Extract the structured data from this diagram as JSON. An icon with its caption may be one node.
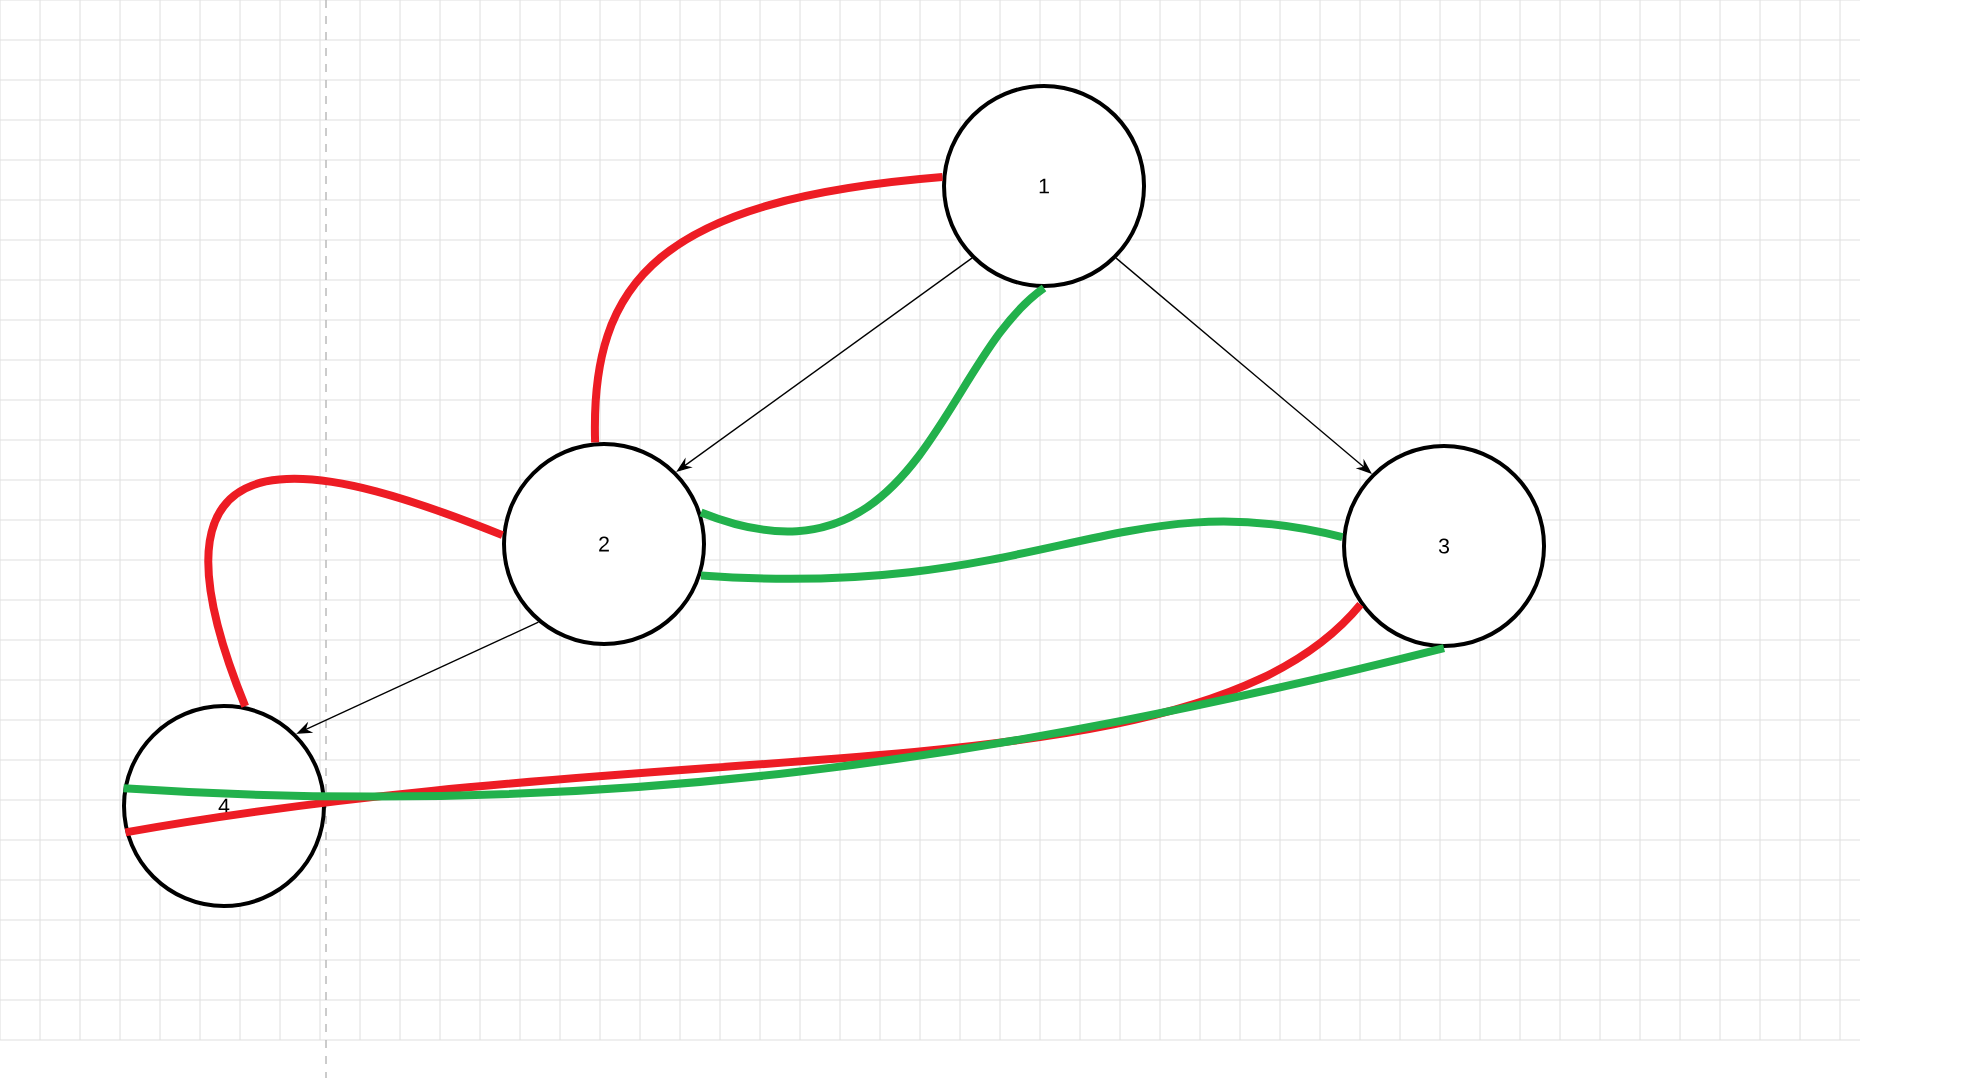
{
  "diagram": {
    "nodes": [
      {
        "text": [
          "1"
        ]
      },
      {
        "text": [
          "2"
        ]
      },
      {
        "text": [
          "3"
        ]
      },
      {
        "text": [
          "4"
        ]
      }
    ],
    "edges": [
      {
        "from": 0,
        "to": 1,
        "arrow": "to"
      },
      {
        "from": 0,
        "to": 2,
        "arrow": "to"
      },
      {
        "from": 1,
        "to": 3,
        "arrow": "to"
      },
      {
        "from": 0,
        "to": 1,
        "arrow": "none",
        "color": "#ed1c24"
      },
      {
        "from": 1,
        "to": 3,
        "arrow": "none",
        "color": "#ed1c24"
      },
      {
        "from": 2,
        "to": 3,
        "arrow": "none",
        "color": "#ed1c24"
      },
      {
        "from": 0,
        "to": 1,
        "arrow": "none",
        "color": "#22b14c"
      },
      {
        "from": 1,
        "to": 2,
        "arrow": "none",
        "color": "#22b14c"
      },
      {
        "from": 2,
        "to": 3,
        "arrow": "none",
        "color": "#22b14c"
      }
    ]
  }
}
